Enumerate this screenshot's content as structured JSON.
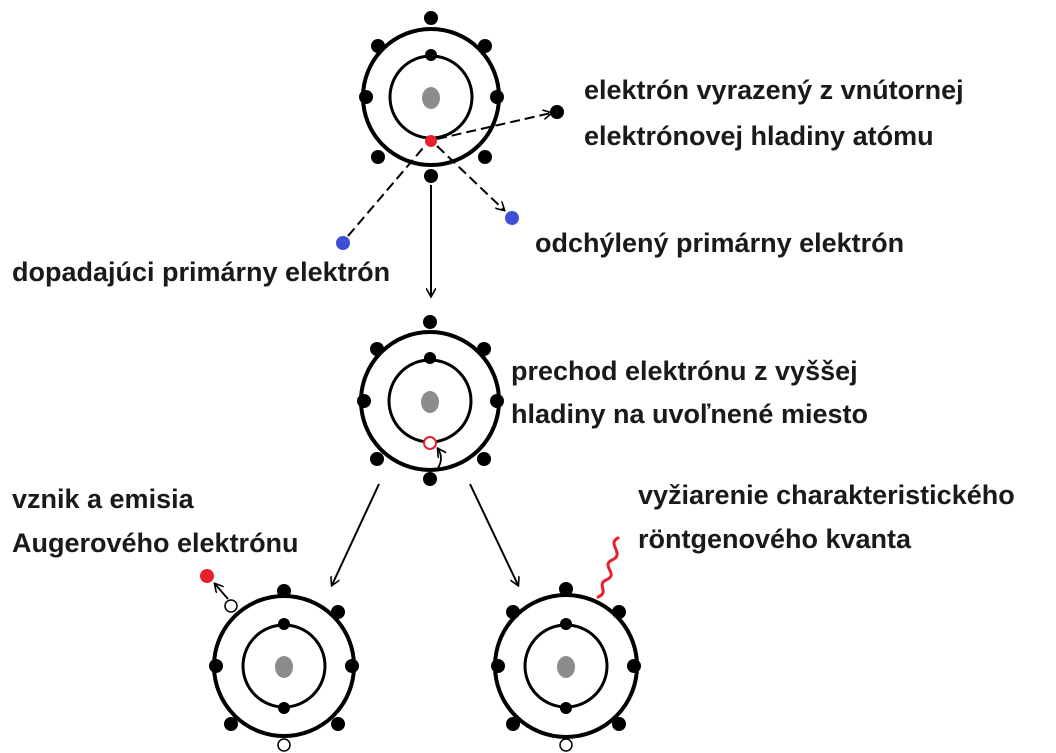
{
  "labels": {
    "ejected_line1": "elektrón vyrazený z vnútornej",
    "ejected_line2": "elektrónovej hladiny atómu",
    "deflected": "odchýlený primárny elektrón",
    "incident": "dopadajúci primárny elektrón",
    "transition_line1": "prechod elektrónu z vyššej",
    "transition_line2": "hladiny na uvoľnené miesto",
    "auger_line1": "vznik a emisia",
    "auger_line2": "Augerového elektrónu",
    "xray_line1": "vyžiarenie charakteristického",
    "xray_line2": "röntgenového kvanta"
  },
  "colors": {
    "nucleus": "#8c8c8c",
    "electron": "#000000",
    "ejected_electron": "#e8202a",
    "primary_electron": "#3d4fd4",
    "vacancy_fill": "#ffffff",
    "xray": "#e8202a",
    "line": "#000000"
  }
}
